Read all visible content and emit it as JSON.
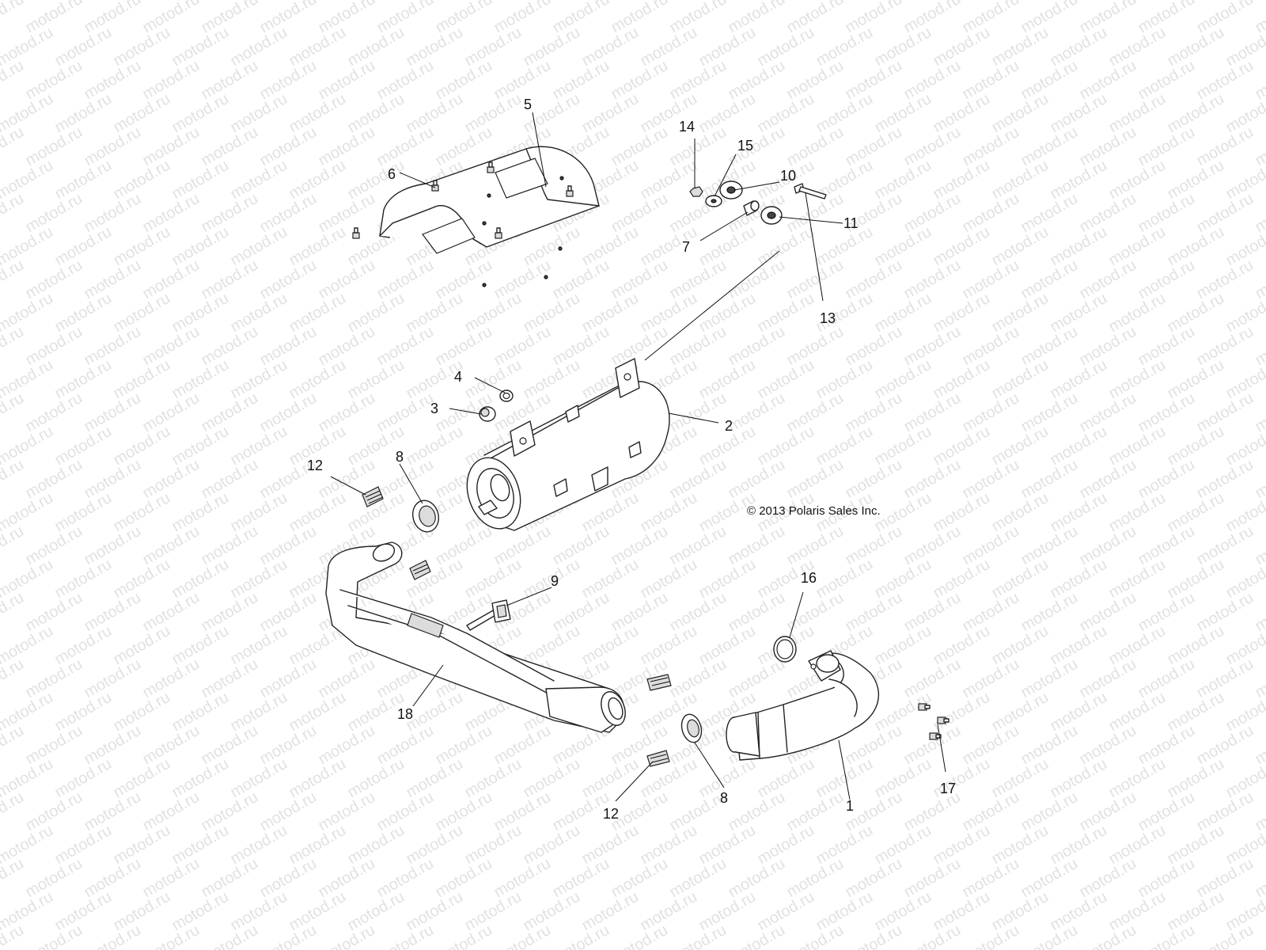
{
  "watermark": "motod.ru",
  "copyright": "© 2013 Polaris Sales Inc.",
  "callouts": {
    "c1": "1",
    "c2": "2",
    "c3": "3",
    "c4": "4",
    "c5": "5",
    "c6": "6",
    "c7": "7",
    "c8a": "8",
    "c8b": "8",
    "c9": "9",
    "c10": "10",
    "c11": "11",
    "c12a": "12",
    "c12b": "12",
    "c13": "13",
    "c14": "14",
    "c15": "15",
    "c16": "16",
    "c17": "17",
    "c18": "18"
  },
  "colors": {
    "line": "#222222",
    "watermark": "#c9c9c9",
    "background": "#ffffff"
  }
}
